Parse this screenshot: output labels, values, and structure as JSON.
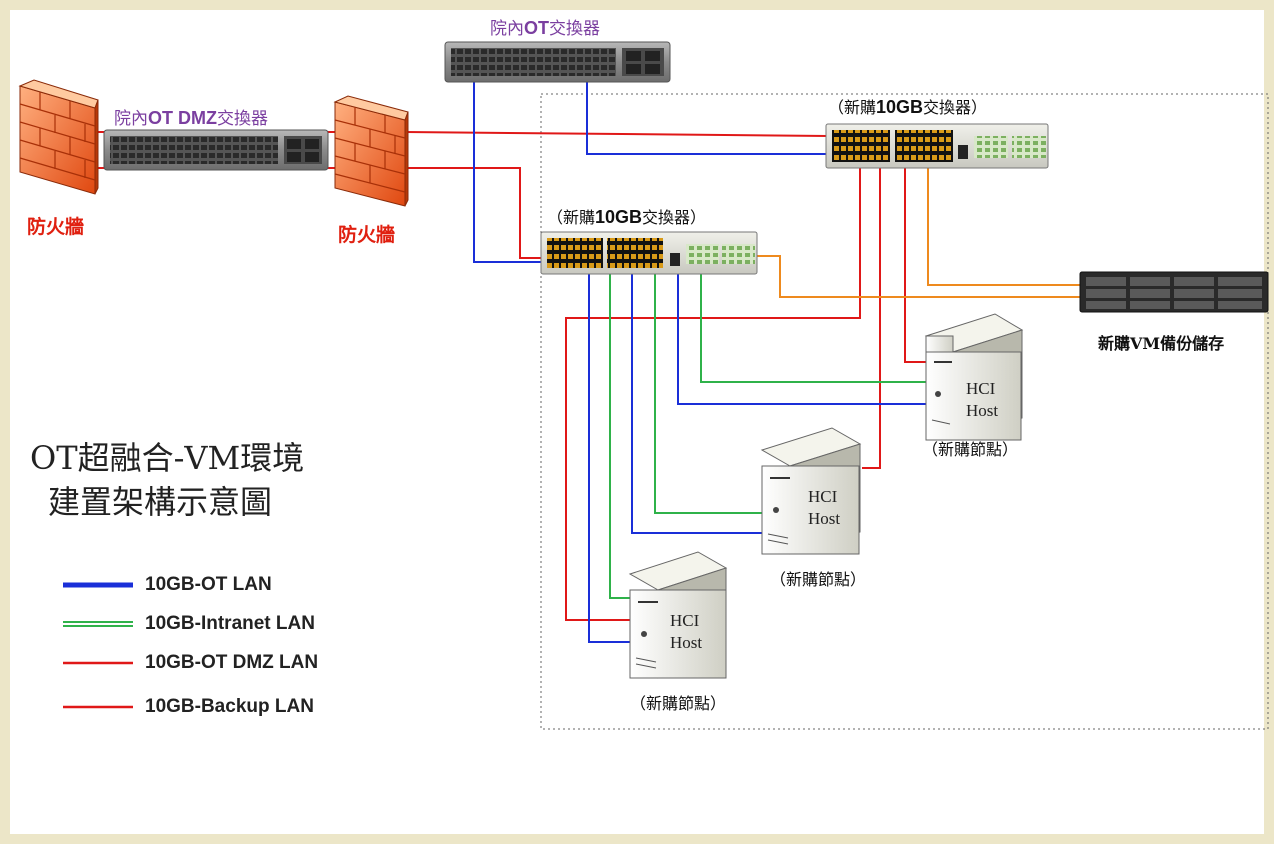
{
  "title_lines": [
    "OT超融合-VM環境",
    "建置架構示意圖"
  ],
  "labels": {
    "ot_switch": {
      "pre": "院內",
      "bold": "OT",
      "post": "交換器"
    },
    "dmz_switch": {
      "pre": "院內",
      "bold": "OT DMZ",
      "post": "交換器"
    },
    "firewall_left": "防火牆",
    "firewall_right": "防火牆",
    "new_switch_top": {
      "pre": "（新購",
      "bold": "10GB",
      "post": "交換器）"
    },
    "new_switch_mid": {
      "pre": "（新購",
      "bold": "10GB",
      "post": "交換器）"
    },
    "storage": "新購VM備份儲存",
    "node_1": "（新購節點）",
    "node_2": "（新購節點）",
    "node_3": "（新購節點）",
    "hci_line1": "HCI",
    "hci_line2": "Host"
  },
  "legend": [
    {
      "label": "10GB-OT LAN",
      "color": "#1a2fd8",
      "style": "thick"
    },
    {
      "label": "10GB-Intranet LAN",
      "color": "#2fb24a",
      "style": "double"
    },
    {
      "label": "10GB-OT DMZ LAN",
      "color": "#e01818",
      "style": "thin"
    },
    {
      "label": "10GB-Backup LAN",
      "color": "#e01818",
      "style": "thin"
    }
  ],
  "colors": {
    "ot_lan": "#1a2fd8",
    "intranet_lan": "#2fb24a",
    "dmz_lan": "#e01818",
    "backup_lan": "#e01818",
    "storage_link": "#ee8a1e",
    "frame": "#ece6c8"
  }
}
